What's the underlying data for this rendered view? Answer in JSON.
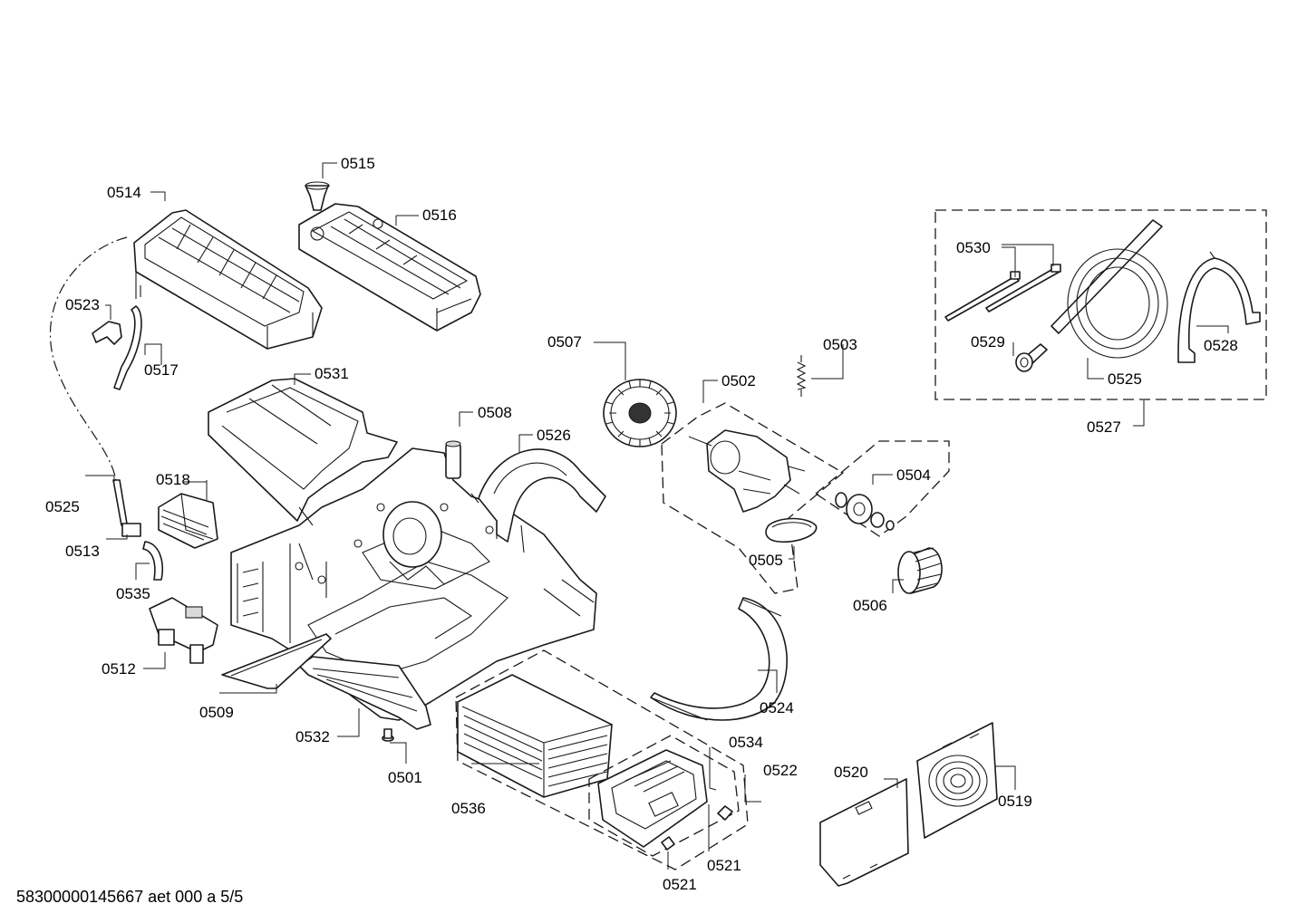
{
  "labels": {
    "p0501": "0501",
    "p0502": "0502",
    "p0503": "0503",
    "p0504": "0504",
    "p0505": "0505",
    "p0506": "0506",
    "p0507": "0507",
    "p0508": "0508",
    "p0509": "0509",
    "p0512": "0512",
    "p0513": "0513",
    "p0514": "0514",
    "p0515": "0515",
    "p0516": "0516",
    "p0517": "0517",
    "p0518": "0518",
    "p0519": "0519",
    "p0520": "0520",
    "p0521a": "0521",
    "p0521b": "0521",
    "p0522": "0522",
    "p0523": "0523",
    "p0524": "0524",
    "p0525a": "0525",
    "p0525b": "0525",
    "p0526": "0526",
    "p0527": "0527",
    "p0528": "0528",
    "p0529": "0529",
    "p0530": "0530",
    "p0531": "0531",
    "p0532": "0532",
    "p0534": "0534",
    "p0535": "0535",
    "p0536": "0536"
  },
  "footer": "58300000145667 aet 000 a 5/5"
}
